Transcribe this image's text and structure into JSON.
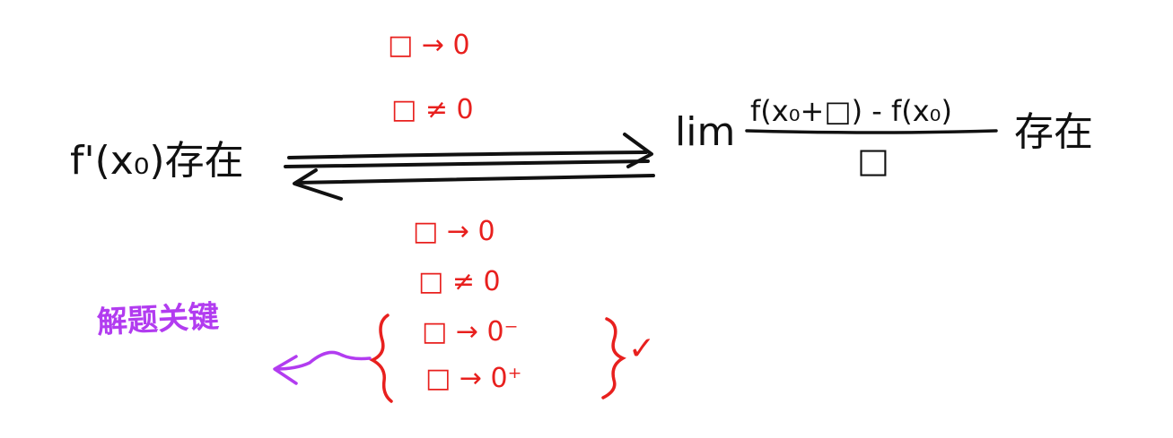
{
  "left": {
    "expr": "f'(x₀)",
    "exists": "存在"
  },
  "right": {
    "lim": "lim",
    "numerator": "f(x₀+□) - f(x₀)",
    "denominator": "□",
    "exists": "存在"
  },
  "top_conditions": [
    "□ → 0",
    "□ ≠ 0"
  ],
  "bottom_conditions": [
    "□ → 0",
    "□ ≠ 0",
    "□ → 0⁻",
    "□ → 0⁺"
  ],
  "check_mark": "✓",
  "key_label": "解题关键",
  "colors": {
    "ink": "#111111",
    "red": "#e8201e",
    "purple": "#b23cf0"
  }
}
